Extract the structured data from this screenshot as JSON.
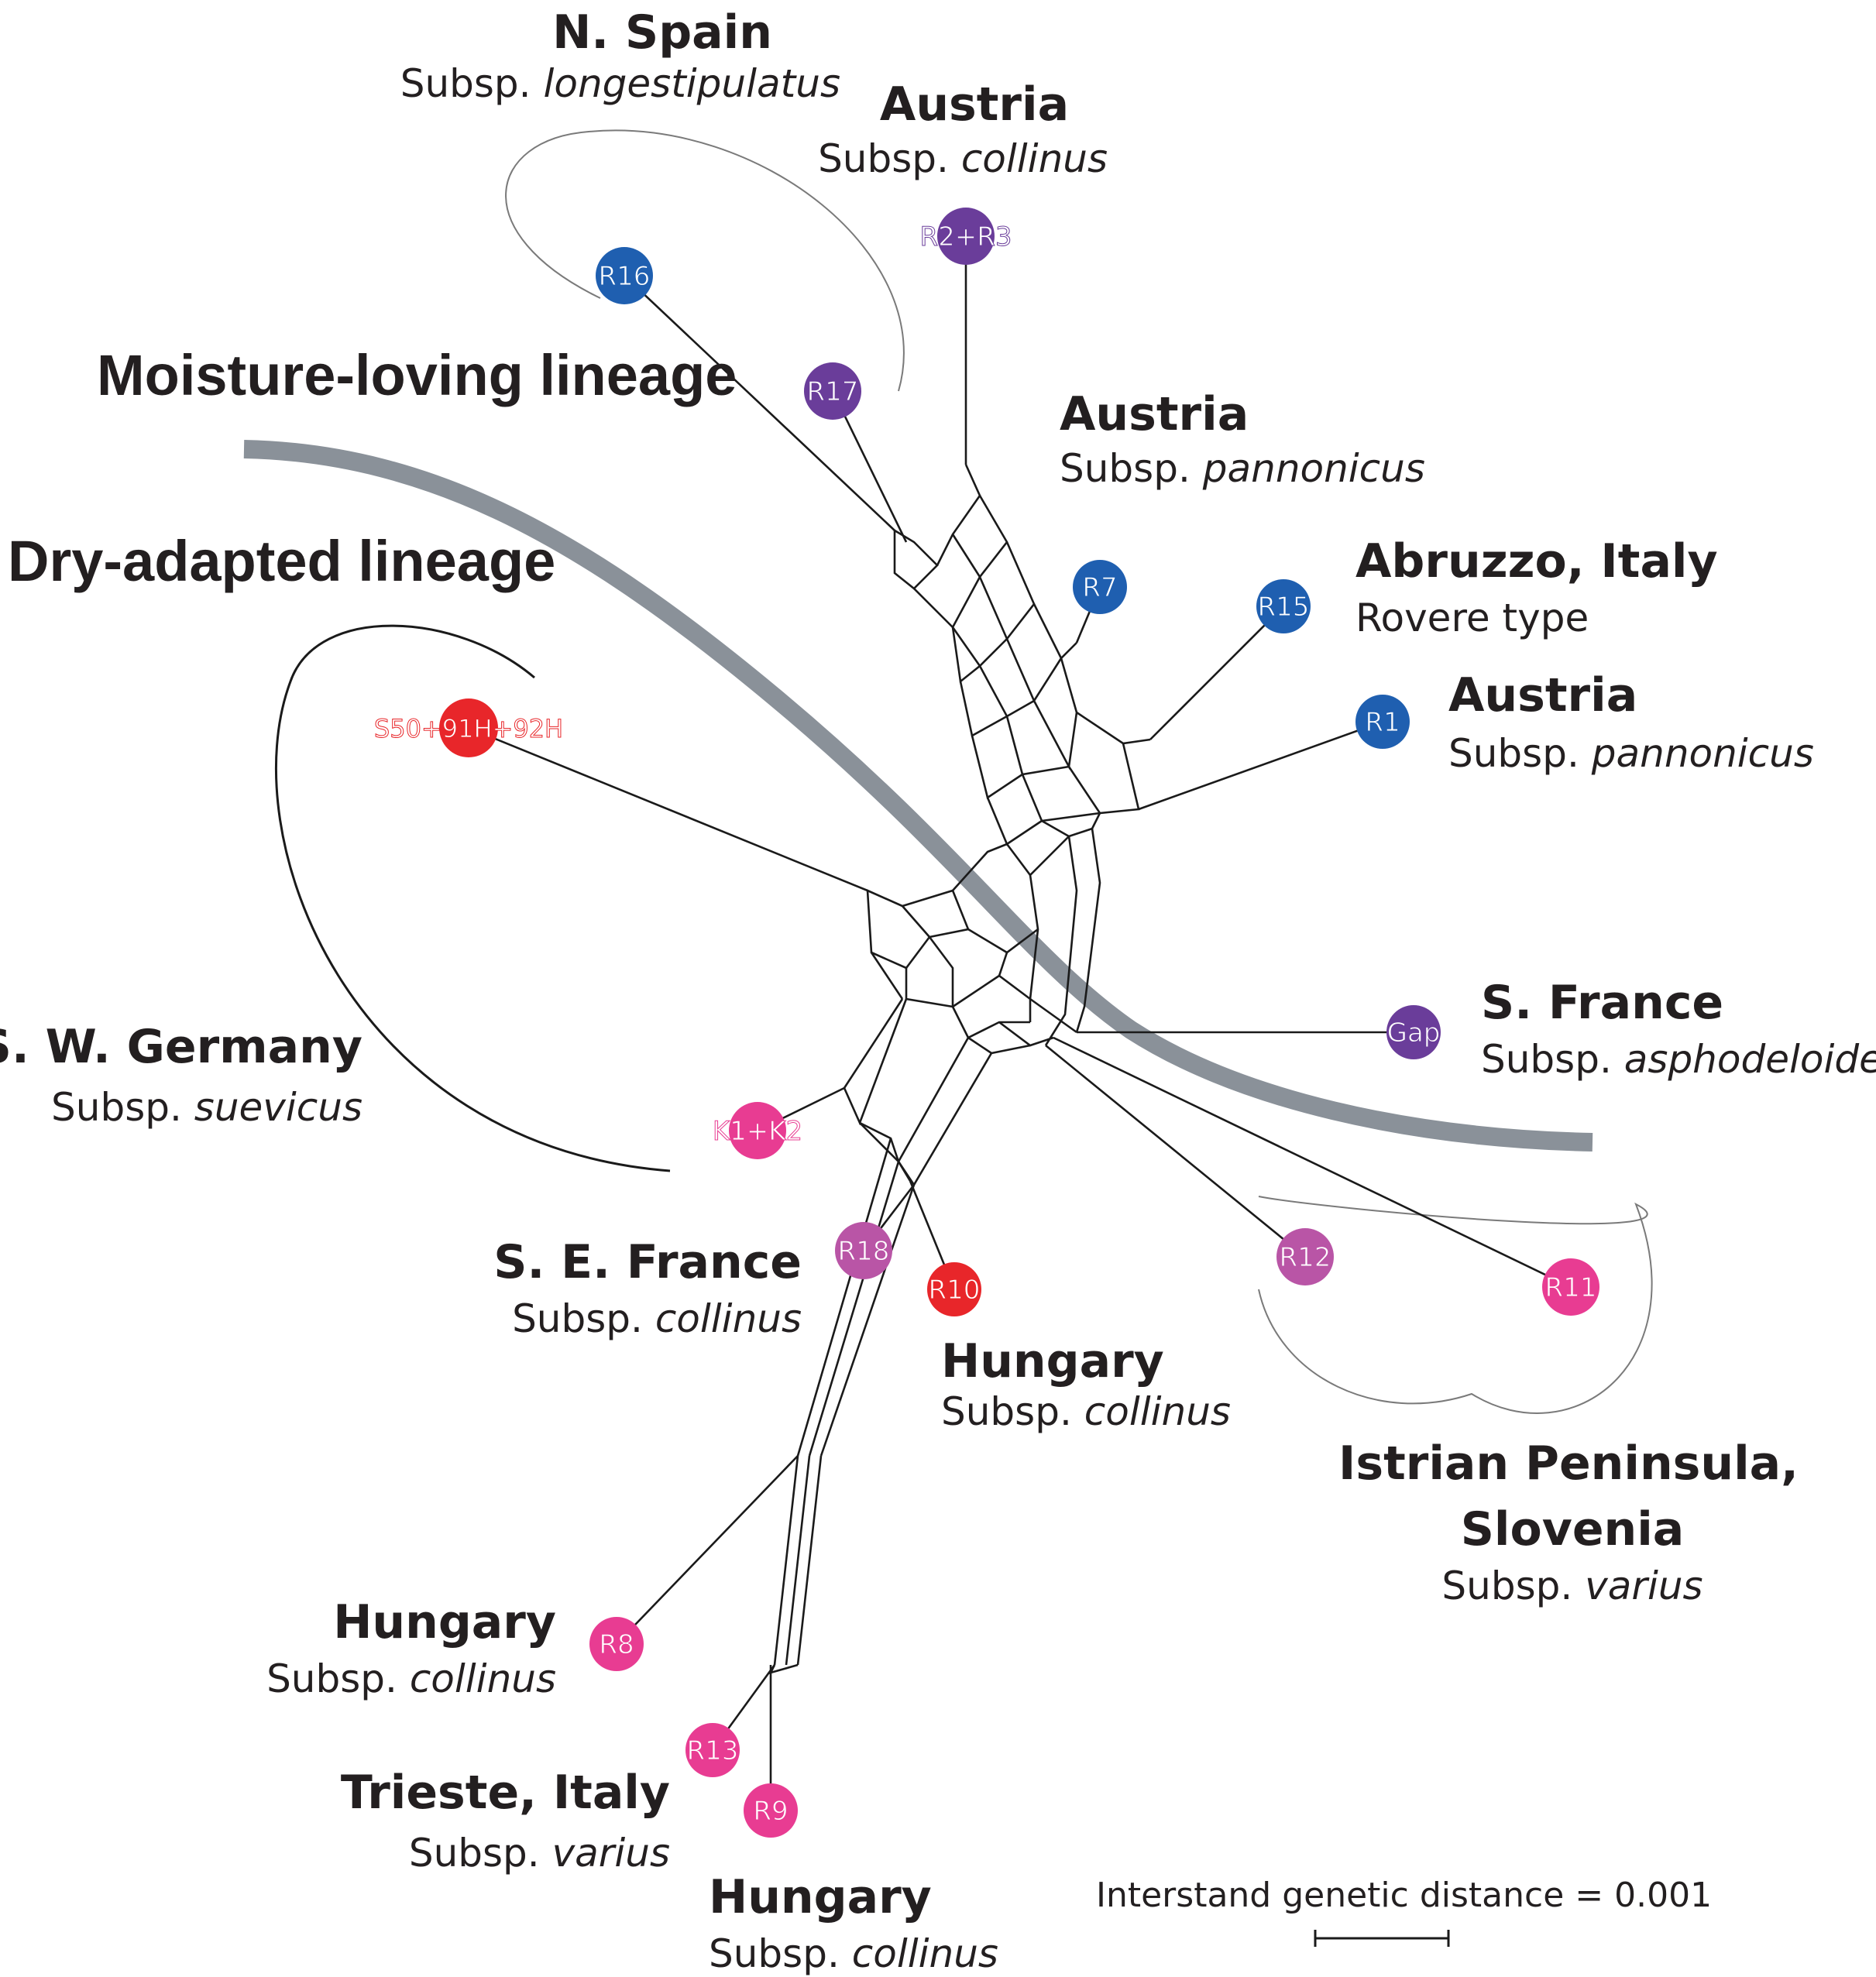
{
  "lineages": {
    "moisture": "Moisture-loving lineage",
    "dry": "Dry-adapted lineage"
  },
  "colors": {
    "blue": "#1f5fb0",
    "purple": "#6a3d9a",
    "red": "#e8262a",
    "pink": "#e83c92",
    "mauve": "#b955a6",
    "divider": "#8a9199"
  },
  "nodes": [
    {
      "id": "R16",
      "color": "blue"
    },
    {
      "id": "R2+R3",
      "color": "purple"
    },
    {
      "id": "R17",
      "color": "purple"
    },
    {
      "id": "R7",
      "color": "blue"
    },
    {
      "id": "R15",
      "color": "blue"
    },
    {
      "id": "R1",
      "color": "blue"
    },
    {
      "id": "S50+91H+92H",
      "color": "red"
    },
    {
      "id": "Gap",
      "color": "purple"
    },
    {
      "id": "K1+K2",
      "color": "pink"
    },
    {
      "id": "R18",
      "color": "mauve"
    },
    {
      "id": "R10",
      "color": "red"
    },
    {
      "id": "R12",
      "color": "mauve"
    },
    {
      "id": "R11",
      "color": "pink"
    },
    {
      "id": "R8",
      "color": "pink"
    },
    {
      "id": "R13",
      "color": "pink"
    },
    {
      "id": "R9",
      "color": "pink"
    }
  ],
  "labels": [
    {
      "name": "N. Spain",
      "sub_prefix": "Subsp. ",
      "sub_italic": "longestipulatus"
    },
    {
      "name": "Austria",
      "sub_prefix": "Subsp. ",
      "sub_italic": "collinus"
    },
    {
      "name": "Austria",
      "sub_prefix": "Subsp. ",
      "sub_italic": "pannonicus"
    },
    {
      "name": "Abruzzo, Italy",
      "sub_prefix": "Rovere type",
      "sub_italic": ""
    },
    {
      "name": "Austria",
      "sub_prefix": "Subsp. ",
      "sub_italic": "pannonicus"
    },
    {
      "name": "S. France",
      "sub_prefix": "Subsp. ",
      "sub_italic": "asphodeloides"
    },
    {
      "name": "S. W. Germany",
      "sub_prefix": "Subsp. ",
      "sub_italic": "suevicus"
    },
    {
      "name": "S. E. France",
      "sub_prefix": "Subsp. ",
      "sub_italic": "collinus"
    },
    {
      "name": "Hungary",
      "sub_prefix": "Subsp. ",
      "sub_italic": "collinus"
    },
    {
      "name": "Istrian Peninsula,",
      "name2": "Slovenia",
      "sub_prefix": "Subsp. ",
      "sub_italic": "varius"
    },
    {
      "name": "Hungary",
      "sub_prefix": "Subsp. ",
      "sub_italic": "collinus"
    },
    {
      "name": "Trieste, Italy",
      "sub_prefix": "Subsp. ",
      "sub_italic": "varius"
    },
    {
      "name": "Hungary",
      "sub_prefix": "Subsp. ",
      "sub_italic": "collinus"
    }
  ],
  "scale": {
    "text": "Interstand genetic distance = 0.001"
  }
}
